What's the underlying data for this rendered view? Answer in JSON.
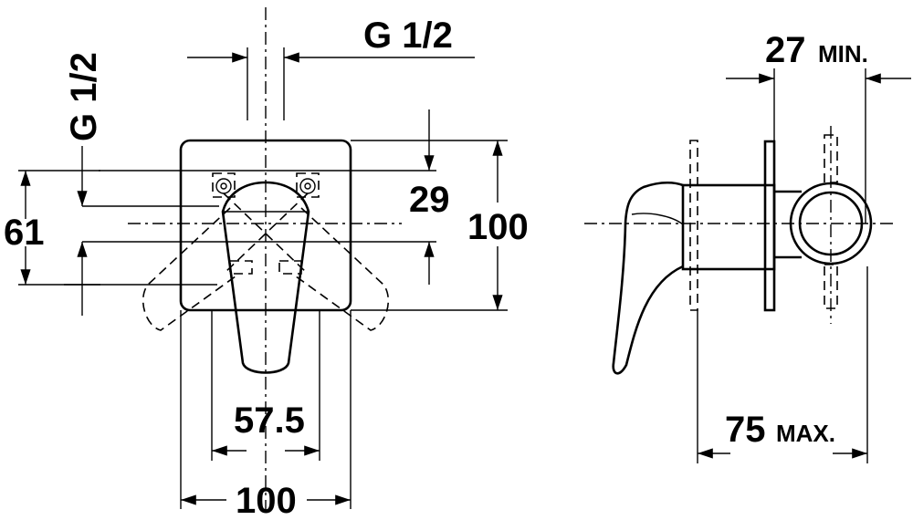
{
  "front_view": {
    "pipe_label": "G 1/2",
    "side_pipe_label": "G 1/2",
    "dim_29": "29",
    "dim_100_height": "100",
    "dim_61": "61",
    "dim_57_5": "57.5",
    "dim_100_width": "100"
  },
  "side_view": {
    "dim_27_value": "27",
    "dim_27_suffix": "MIN.",
    "dim_75_value": "75",
    "dim_75_suffix": "MAX."
  },
  "colors": {
    "line": "#000000",
    "background": "#ffffff"
  }
}
